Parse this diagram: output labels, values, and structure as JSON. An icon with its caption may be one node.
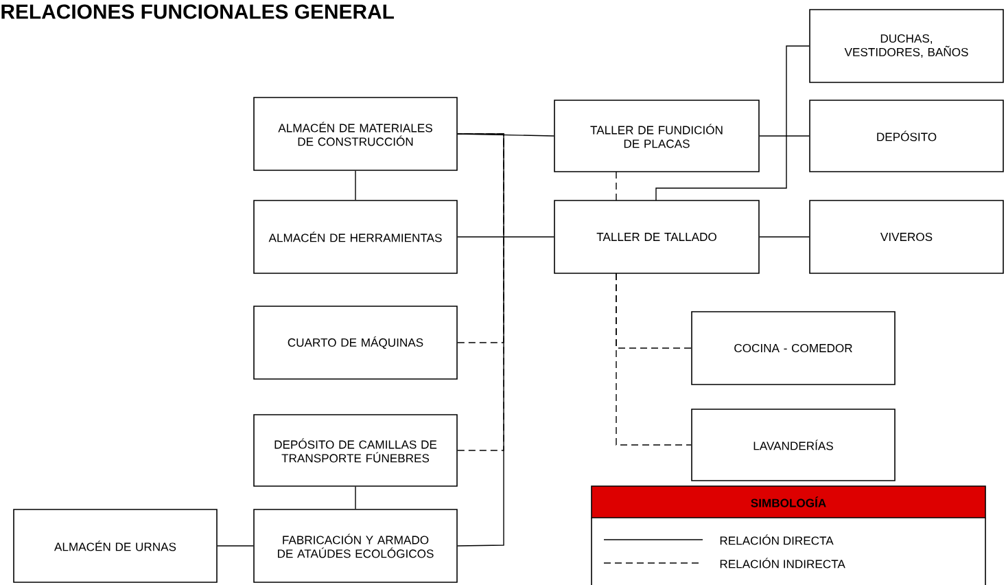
{
  "diagram": {
    "title": "RELACIONES FUNCIONALES GENERAL",
    "nodes": [
      {
        "text": [
          "ALMACÉN DE MATERIALES DE CONSTRUCCIÓN"
        ]
      },
      {
        "text": [
          "ALMACÉN DE HERRAMIENTAS"
        ]
      },
      {
        "text": [
          "TALLER DE FUNDICIÓN DE PLACAS"
        ]
      },
      {
        "text": [
          "TALLER DE TALLADO"
        ]
      },
      {
        "text": [
          "DUCHAS, VESTIDORES, BAÑOS"
        ]
      },
      {
        "text": [
          "DEPÓSITO"
        ]
      },
      {
        "text": [
          "VIVEROS"
        ]
      },
      {
        "text": [
          "CUARTO DE MÁQUINAS"
        ]
      },
      {
        "text": [
          "DEPÓSITO DE CAMILLAS DE TRANSPORTE FÚNEBRES"
        ]
      },
      {
        "text": [
          "FABRICACIÓN Y ARMADO DE ATAÚDES ECOLÓGICOS"
        ]
      },
      {
        "text": [
          "ALMACÉN DE URNAS"
        ]
      },
      {
        "text": [
          "COCINA - COMEDOR"
        ]
      },
      {
        "text": [
          "LAVANDERÍAS"
        ]
      }
    ],
    "edges": [
      {
        "from": 0,
        "to": 1,
        "arrow": "none"
      },
      {
        "from": 0,
        "to": 2,
        "arrow": "none"
      },
      {
        "from": 1,
        "to": 3,
        "arrow": "none"
      },
      {
        "from": 9,
        "to": 0,
        "arrow": "none"
      },
      {
        "from": 7,
        "to": 0,
        "arrow": "none",
        "style": "dashed"
      },
      {
        "from": 8,
        "to": 0,
        "arrow": "none",
        "style": "dashed"
      },
      {
        "from": 8,
        "to": 9,
        "arrow": "none"
      },
      {
        "from": 10,
        "to": 9,
        "arrow": "none"
      },
      {
        "from": 2,
        "to": 3,
        "arrow": "none",
        "style": "dashed"
      },
      {
        "from": 2,
        "to": 5,
        "arrow": "none"
      },
      {
        "from": 3,
        "to": 4,
        "arrow": "none"
      },
      {
        "from": 3,
        "to": 6,
        "arrow": "none"
      },
      {
        "from": 3,
        "to": 11,
        "arrow": "none",
        "style": "dashed"
      },
      {
        "from": 3,
        "to": 12,
        "arrow": "none",
        "style": "dashed"
      }
    ],
    "labels": [
      "SIMBOLOGÍA"
    ],
    "legend": [
      {
        "text": "RELACIÓN DIRECTA"
      },
      {
        "text": "RELACIÓN INDIRECTA"
      }
    ]
  }
}
